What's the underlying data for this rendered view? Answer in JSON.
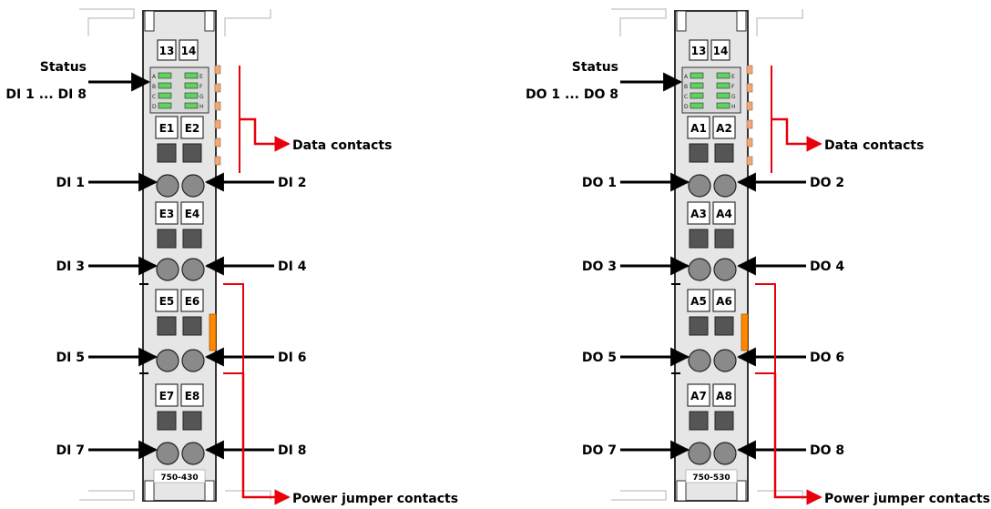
{
  "modules": [
    {
      "part_number": "750-430",
      "top_markers": [
        "13",
        "14"
      ],
      "status_label": "Status",
      "status_range_label": "DI 1 ... DI 8",
      "led_letters_left": [
        "A",
        "B",
        "C",
        "D"
      ],
      "led_letters_right": [
        "E",
        "F",
        "G",
        "H"
      ],
      "terminal_tags": [
        "E1",
        "E2",
        "E3",
        "E4",
        "E5",
        "E6",
        "E7",
        "E8"
      ],
      "left_channels": [
        "DI 1",
        "DI 3",
        "DI 5",
        "DI 7"
      ],
      "right_channels": [
        "DI 2",
        "DI 4",
        "DI 6",
        "DI 8"
      ],
      "data_contacts_label": "Data contacts",
      "power_jumper_label": "Power jumper contacts"
    },
    {
      "part_number": "750-530",
      "top_markers": [
        "13",
        "14"
      ],
      "status_label": "Status",
      "status_range_label": "DO 1 ... DO 8",
      "led_letters_left": [
        "A",
        "B",
        "C",
        "D"
      ],
      "led_letters_right": [
        "E",
        "F",
        "G",
        "H"
      ],
      "terminal_tags": [
        "A1",
        "A2",
        "A3",
        "A4",
        "A5",
        "A6",
        "A7",
        "A8"
      ],
      "left_channels": [
        "DO 1",
        "DO 3",
        "DO 5",
        "DO 7"
      ],
      "right_channels": [
        "DO 2",
        "DO 4",
        "DO 6",
        "DO 8"
      ],
      "data_contacts_label": "Data contacts",
      "power_jumper_label": "Power jumper contacts"
    }
  ],
  "colors": {
    "arrow": "#000000",
    "callout": "#e8000b",
    "module_body": "#e6e6e6",
    "led": "#5fd35f",
    "data_contact": "#f0a878",
    "power_jumper": "#ff8800",
    "dark_block": "#555555"
  }
}
